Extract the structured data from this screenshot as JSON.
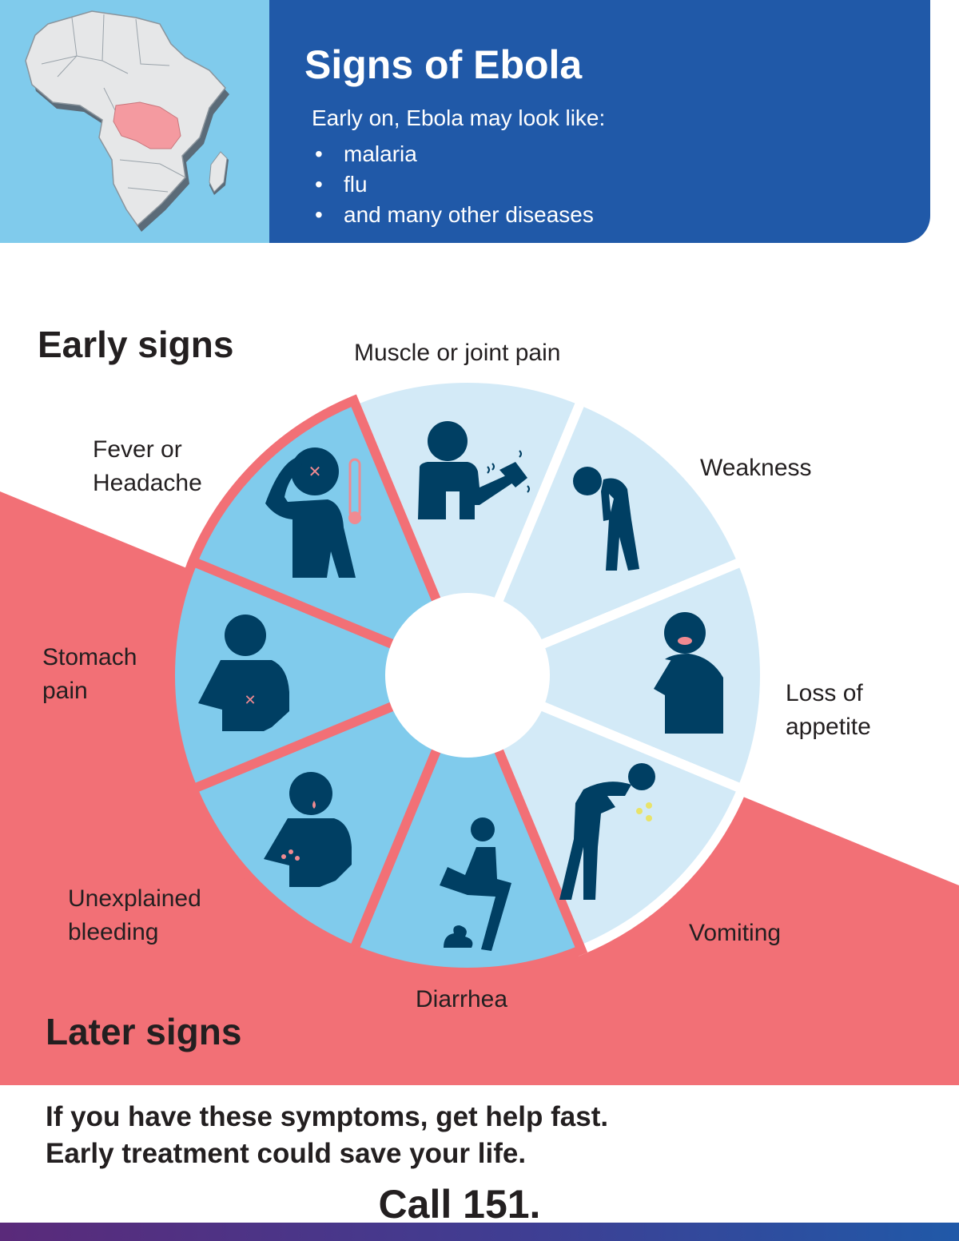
{
  "header": {
    "title": "Signs of Ebola",
    "intro": "Early on, Ebola may look like:",
    "similar_diseases": [
      "malaria",
      "flu",
      "and many other diseases"
    ]
  },
  "sections": {
    "early": "Early signs",
    "later": "Later signs"
  },
  "early_signs": [
    {
      "label": "Fever or\nHeadache",
      "icon": "fever-headache-icon"
    },
    {
      "label": "Muscle or joint pain",
      "icon": "muscle-joint-pain-icon"
    },
    {
      "label": "Weakness",
      "icon": "weakness-icon"
    },
    {
      "label": "Loss of\nappetite",
      "icon": "loss-of-appetite-icon"
    }
  ],
  "later_signs": [
    {
      "label": "Vomiting",
      "icon": "vomiting-icon"
    },
    {
      "label": "Diarrhea",
      "icon": "diarrhea-icon"
    },
    {
      "label": "Unexplained\nbleeding",
      "icon": "bleeding-icon"
    },
    {
      "label": "Stomach\npain",
      "icon": "stomach-pain-icon"
    }
  ],
  "footer": {
    "message": "If you have these symptoms, get help fast.\nEarly treatment could save your life.",
    "call": "Call 151."
  },
  "colors": {
    "header_blue": "#2059a8",
    "map_sky": "#80cbec",
    "early_segment": "#d3eaf7",
    "later_segment": "#80cbec",
    "later_band": "#f27076",
    "icon_navy": "#003f63",
    "highlight_pink": "#f08a91"
  }
}
